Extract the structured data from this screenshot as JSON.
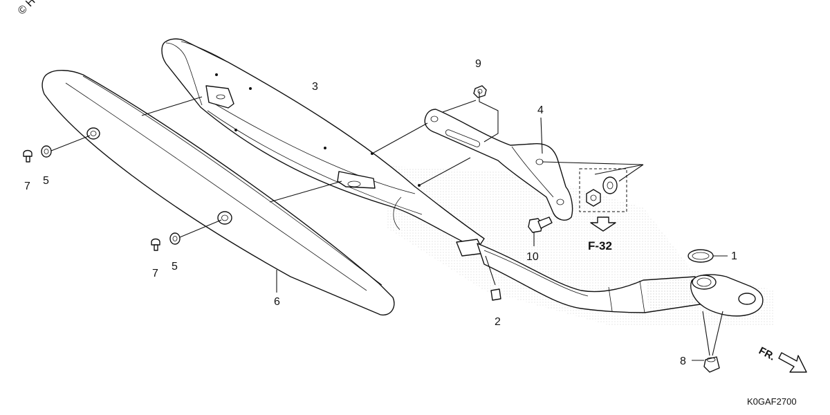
{
  "copyright": "© H",
  "part_callouts": {
    "c1": "1",
    "c2": "2",
    "c3": "3",
    "c4": "4",
    "c5a": "5",
    "c5b": "5",
    "c6": "6",
    "c7a": "7",
    "c7b": "7",
    "c8": "8",
    "c9": "9",
    "c10": "10"
  },
  "reference": "F-32",
  "front_label": "FR.",
  "diagram_code": "K0GAF2700"
}
